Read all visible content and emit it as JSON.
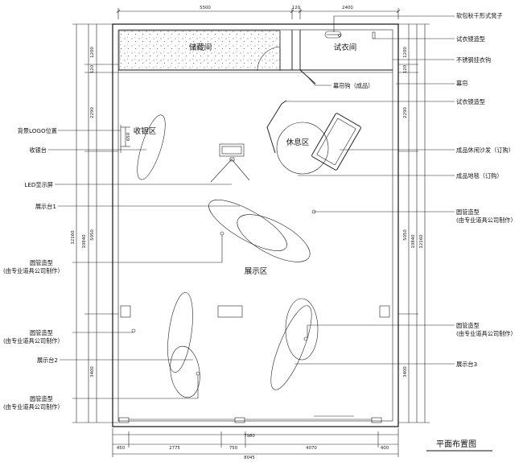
{
  "rooms": {
    "storage": "储藏间",
    "fitting": "试衣间",
    "cashier": "收银区",
    "lounge": "休息区",
    "display": "展示区"
  },
  "annotations": {
    "soft_stool": "软包秋千形式凳子",
    "mirror_1": "试衣镜造型",
    "steel_hook": "不锈钢挂衣钩",
    "curtain_hook": "幕帘钩（成品）",
    "curtain": "幕帘",
    "mirror_2": "试衣镜造型",
    "sofa": "成品休闲沙发（订购）",
    "carpet": "成品地毯（订购）",
    "round_pipe_right_1a": "圆管造型",
    "round_pipe_right_1b": "(由专业道具公司制作）",
    "round_pipe_right_2a": "圆管造型",
    "round_pipe_right_2b": "(由专业道具公司制作）",
    "stand_3": "展示台3",
    "logo": "背景LOGO位置",
    "cashier_desk": "收银台",
    "led": "LED显示屏",
    "stand_1": "展示台1",
    "round_pipe_left_1a": "圆管造型",
    "round_pipe_left_1b": "(由专业道具公司制作）",
    "round_pipe_left_2a": "圆管造型",
    "round_pipe_left_2b": "(由专业道具公司制作）",
    "stand_2": "展示台2",
    "round_pipe_left_3a": "圆管造型",
    "round_pipe_left_3b": "(由专业道具公司制作）"
  },
  "dimensions": {
    "top_1": "5500",
    "top_2": "120",
    "top_3": "2400",
    "bottom_1": "450",
    "bottom_2": "2775",
    "bottom_3": "750",
    "bottom_4": "4070",
    "bottom_5": "400",
    "bottom_inner": "7980",
    "bottom_total": "8045",
    "left_1": "1200",
    "left_2": "120",
    "left_3": "2290",
    "left_4": "5050",
    "left_5": "3400",
    "left_total": "12160",
    "left_sub": "10840",
    "left_logo": "650",
    "right_1": "1200",
    "right_2": "120",
    "right_3": "2290",
    "right_4": "5050",
    "right_5": "3400",
    "right_total": "12160",
    "right_sub": "10840"
  },
  "title": "平面布置图"
}
